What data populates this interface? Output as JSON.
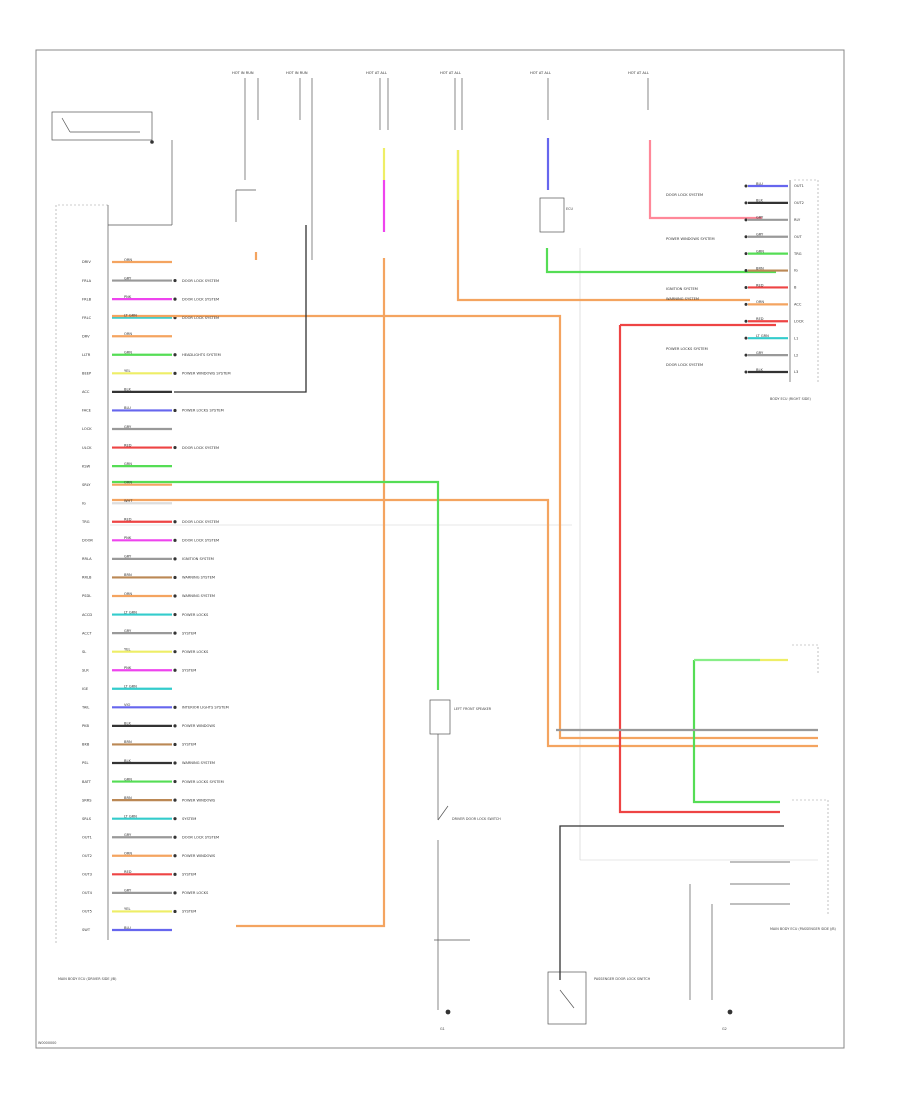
{
  "diagram": {
    "page_code": "W0000000",
    "top_connectors": [
      {
        "id": "tc1",
        "text": "HOT IN RUN"
      },
      {
        "id": "tc2",
        "text": "HOT IN RUN"
      },
      {
        "id": "tc3",
        "text": "HOT AT ALL"
      },
      {
        "id": "tc4",
        "text": "HOT AT ALL"
      },
      {
        "id": "tc5",
        "text": "HOT AT ALL"
      },
      {
        "id": "tc6",
        "text": "HOT AT ALL"
      }
    ],
    "components": {
      "main_body_ecu": "MAIN BODY ECU (DRIVER SIDE J/B)",
      "passenger_ecu": "MAIN BODY ECU (PASSENGER SIDE J/B)",
      "right_body_ecu": "BODY ECU (RIGHT SIDE)",
      "ecu_box": "ECU",
      "left_sensor": "LEFT FRONT SPEAKER",
      "door_switch": "DRIVER DOOR LOCK SWITCH",
      "passenger_switch": "PASSENGER DOOR LOCK SWITCH",
      "ground_left": "G1",
      "ground_right": "G2"
    },
    "left_pins": [
      {
        "pin": "DRIV",
        "wire": "ORN",
        "dest": ""
      },
      {
        "pin": "FRLA",
        "wire": "GRY",
        "dest": "DOOR LOCK SYSTEM"
      },
      {
        "pin": "FRLB",
        "wire": "PNK",
        "dest": "DOOR LOCK SYSTEM"
      },
      {
        "pin": "FRLC",
        "wire": "LT GRN",
        "dest": "DOOR LOCK SYSTEM"
      },
      {
        "pin": "DRV",
        "wire": "ORN",
        "dest": ""
      },
      {
        "pin": "LLTR",
        "wire": "GRN",
        "dest": "HEADLIGHTS SYSTEM"
      },
      {
        "pin": "BEEP",
        "wire": "YEL",
        "dest": "POWER WINDOWS SYSTEM"
      },
      {
        "pin": "ACC",
        "wire": "BLK",
        "dest": ""
      },
      {
        "pin": "FACE",
        "wire": "BLU",
        "dest": "POWER LOCKS SYSTEM"
      },
      {
        "pin": "LOCK",
        "wire": "GRY",
        "dest": ""
      },
      {
        "pin": "ULCK",
        "wire": "RED",
        "dest": "DOOR LOCK SYSTEM"
      },
      {
        "pin": "KSW",
        "wire": "GRN",
        "dest": ""
      },
      {
        "pin": "SRLY",
        "wire": "ORN",
        "dest": ""
      },
      {
        "pin": "IG",
        "wire": "WHT",
        "dest": ""
      },
      {
        "pin": "TRG",
        "wire": "RED",
        "dest": "DOOR LOCK SYSTEM"
      },
      {
        "pin": "DOOR",
        "wire": "PNK",
        "dest": "DOOR LOCK SYSTEM"
      },
      {
        "pin": "RRLA",
        "wire": "GRY",
        "dest": "IGNITION SYSTEM"
      },
      {
        "pin": "RRLB",
        "wire": "BRN",
        "dest": "WARNING SYSTEM"
      },
      {
        "pin": "PSDL",
        "wire": "ORN",
        "dest": "WARNING SYSTEM"
      },
      {
        "pin": "ACCD",
        "wire": "LT GRN",
        "dest": "POWER LOCKS"
      },
      {
        "pin": "ACCT",
        "wire": "GRY",
        "dest": "SYSTEM"
      },
      {
        "pin": "SL",
        "wire": "YEL",
        "dest": "POWER LOCKS"
      },
      {
        "pin": "SLR",
        "wire": "PNK",
        "dest": "SYSTEM"
      },
      {
        "pin": "IGE",
        "wire": "LT GRN",
        "dest": ""
      },
      {
        "pin": "TAIL",
        "wire": "VIO",
        "dest": "INTERIOR LIGHTS SYSTEM"
      },
      {
        "pin": "PKB",
        "wire": "BLK",
        "dest": "POWER WINDOWS"
      },
      {
        "pin": "BKB",
        "wire": "BRN",
        "dest": "SYSTEM"
      },
      {
        "pin": "PSL",
        "wire": "BLK",
        "dest": "WARNING SYSTEM"
      },
      {
        "pin": "BATT",
        "wire": "GRN",
        "dest": "POWER LOCKS SYSTEM"
      },
      {
        "pin": "SRRS",
        "wire": "BRN",
        "dest": "POWER WINDOWS"
      },
      {
        "pin": "SRLS",
        "wire": "LT GRN",
        "dest": "SYSTEM"
      },
      {
        "pin": "OUT1",
        "wire": "GRY",
        "dest": "DOOR LOCK SYSTEM"
      },
      {
        "pin": "OUT2",
        "wire": "ORN",
        "dest": "POWER WINDOWS"
      },
      {
        "pin": "OUT3",
        "wire": "RED",
        "dest": "SYSTEM"
      },
      {
        "pin": "OUT4",
        "wire": "GRY",
        "dest": "POWER LOCKS"
      },
      {
        "pin": "OUT5",
        "wire": "YEL",
        "dest": "SYSTEM"
      },
      {
        "pin": "SWT",
        "wire": "BLU",
        "dest": ""
      }
    ],
    "right_pins": [
      {
        "pin": "OUT1",
        "wire": "BLU"
      },
      {
        "pin": "OUT2",
        "wire": "BLK"
      },
      {
        "pin": "RLY",
        "wire": "GRY"
      },
      {
        "pin": "OUT",
        "wire": "GRY"
      },
      {
        "pin": "TRG",
        "wire": "GRN"
      },
      {
        "pin": "IG",
        "wire": "BRN"
      },
      {
        "pin": "B",
        "wire": "RED"
      },
      {
        "pin": "ACC",
        "wire": "ORN"
      },
      {
        "pin": "LOCK",
        "wire": "RED"
      },
      {
        "pin": "L1",
        "wire": "LT GRN"
      },
      {
        "pin": "L2",
        "wire": "GRY"
      },
      {
        "pin": "L3",
        "wire": "BLK"
      }
    ],
    "right_labels": [
      "DOOR LOCK SYSTEM",
      "POWER WINDOWS SYSTEM",
      "IGNITION SYSTEM",
      "WARNING SYSTEM",
      "POWER LOCKS SYSTEM",
      "DOOR LOCK SYSTEM"
    ],
    "colors": {
      "orange": "#f4a460",
      "magenta": "#ee44ee",
      "cyan": "#33cccc",
      "green": "#55dd55",
      "lightgreen": "#88ee88",
      "yellow": "#eeee66",
      "blue": "#6666ee",
      "red": "#ee4444",
      "pink": "#ff8899",
      "brown": "#bb8855",
      "gray": "#999999",
      "black": "#333333"
    }
  }
}
